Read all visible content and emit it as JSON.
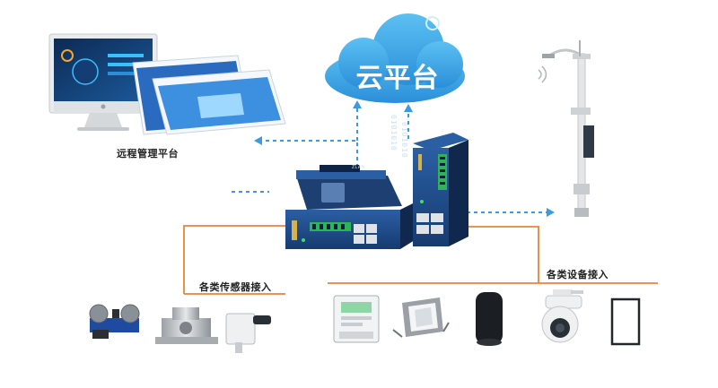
{
  "cloud": {
    "label": "云平台"
  },
  "remote_platform": {
    "label": "远程管理平台"
  },
  "sensors_section": {
    "label": "各类传感器接入"
  },
  "devices_section": {
    "label": "各类设备接入"
  },
  "binary_left": "0101010",
  "binary_right": "0101010",
  "gateway_brand": "ZLAN",
  "colors": {
    "cloud": "#39a6e6",
    "dashed_link": "#3a9be0",
    "wire": "#e8843a",
    "device_body": "#1f4e8c"
  }
}
